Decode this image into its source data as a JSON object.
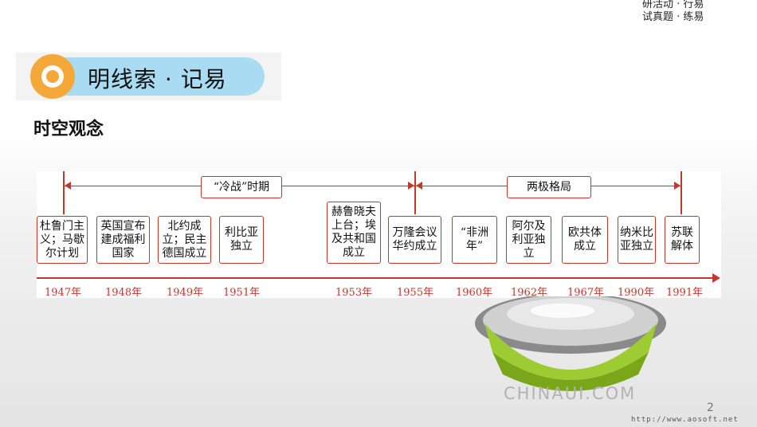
{
  "top_links": [
    "研活动 · 行易",
    "试真题 · 练易"
  ],
  "header": {
    "title": "明线索 · 记易"
  },
  "section_title": "时空观念",
  "periods": [
    {
      "label": "“冷战”时期"
    },
    {
      "label": "两极格局"
    }
  ],
  "events": [
    {
      "text": "杜鲁门主义；马歇尔计划",
      "year": "1947年"
    },
    {
      "text": "英国宣布建成福利国家",
      "year": "1948年"
    },
    {
      "text": "北约成立；民主德国成立",
      "year": "1949年"
    },
    {
      "text": "利比亚独立",
      "year": "1951年"
    },
    {
      "text": "赫鲁晓夫上台；埃及共和国成立",
      "year": "1953年"
    },
    {
      "text": "万隆会议华约成立",
      "year": "1955年"
    },
    {
      "text": "“非洲年”",
      "year": "1960年"
    },
    {
      "text": "阿尔及利亚独立",
      "year": "1962年"
    },
    {
      "text": "欧共体成立",
      "year": "1967年"
    },
    {
      "text": "纳米比亚独立",
      "year": "1990年"
    },
    {
      "text": "苏联解体",
      "year": "1991年"
    }
  ],
  "brand": "CHINAUI.COM",
  "page_number": "2",
  "watermark": "http://www.aosoft.net",
  "colors": {
    "accent": "#c0392b",
    "pill": "#a9dbf2",
    "circle": "#f4a83a"
  }
}
